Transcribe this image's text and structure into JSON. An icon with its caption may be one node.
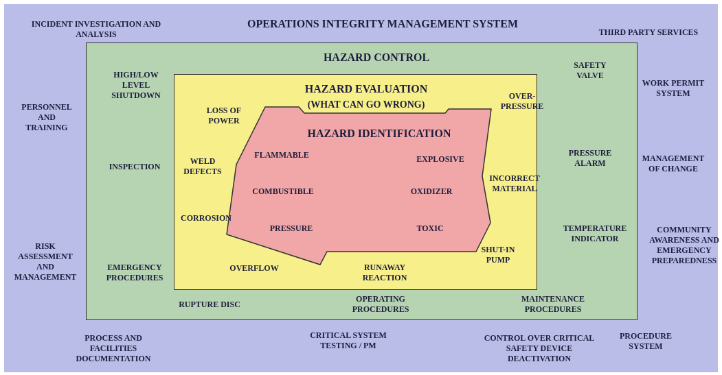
{
  "diagram": {
    "nodes": [
      {
        "text": [
          "OPERATIONS INTEGRITY MANAGEMENT SYSTEM"
        ]
      },
      {
        "text": [
          "HAZARD CONTROL"
        ],
        "in": 0
      },
      {
        "text": [
          "HAZARD EVALUATION",
          "(WHAT CAN GO WRONG)"
        ],
        "in": 1
      },
      {
        "text": [
          "HAZARD IDENTIFICATION"
        ],
        "in": 2
      }
    ],
    "labels": [
      "INCIDENT INVESTIGATION AND ANALYSIS",
      "THIRD PARTY SERVICES",
      "SAFETY VALVE",
      "HIGH/LOW LEVEL SHUTDOWN",
      "WORK PERMIT SYSTEM",
      "OVER-PRESSURE",
      "PERSONNEL AND TRAINING",
      "LOSS OF POWER",
      "FLAMMABLE",
      "EXPLOSIVE",
      "PRESSURE ALARM",
      "INSPECTION",
      "WELD DEFECTS",
      "MANAGEMENT OF CHANGE",
      "INCORRECT MATERIAL",
      "COMBUSTIBLE",
      "OXIDIZER",
      "CORROSION",
      "PRESSURE",
      "TOXIC",
      "TEMPERATURE INDICATOR",
      "COMMUNITY AWARENESS AND EMERGENCY PREPAREDNESS",
      "SHUT-IN PUMP",
      "RISK ASSESSMENT AND MANAGEMENT",
      "EMERGENCY PROCEDURES",
      "OVERFLOW",
      "RUNAWAY REACTION",
      "RUPTURE DISC",
      "OPERATING PROCEDURES",
      "MAINTENANCE PROCEDURES",
      "CRITICAL SYSTEM TESTING / PM",
      "PROCEDURE SYSTEM",
      "PROCESS AND FACILITIES DOCUMENTATION",
      "CONTROL OVER CRITICAL SAFETY DEVICE DEACTIVATION"
    ]
  }
}
